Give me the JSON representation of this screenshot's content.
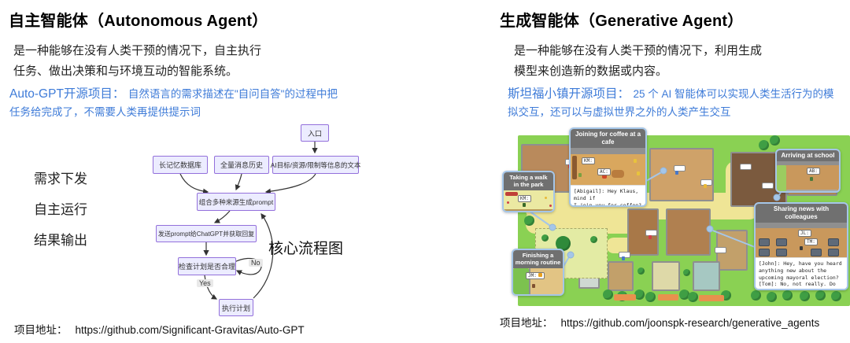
{
  "left": {
    "title": "自主智能体（Autonomous Agent）",
    "desc": "是一种能够在没有人类干预的情况下，自主执行\n任务、做出决策和与环境互动的智能系统。",
    "highlight_lead": "Auto-GPT开源项目：",
    "highlight_rest": "自然语言的需求描述在\"自问自答\"的过程中把\n任务给完成了，不需要人类再提供提示词",
    "steps": [
      "需求下发",
      "自主运行",
      "结果输出"
    ],
    "flow": {
      "caption": "核心流程图",
      "nodes": {
        "entry": "入口",
        "memory": "长记忆数据库",
        "history": "全量消息历史",
        "goal": "AI目标/资源/限制等信息的文本",
        "combine": "组合多种来源生成prompt",
        "send": "发送prompt给ChatGPT并获取回复",
        "check": "检查计划是否合理",
        "exec": "执行计划"
      },
      "labels": {
        "yes": "Yes",
        "no": "No"
      }
    },
    "footer_label": "项目地址：",
    "footer_url": "https://github.com/Significant-Gravitas/Auto-GPT"
  },
  "right": {
    "title": "生成智能体（Generative Agent）",
    "desc": "是一种能够在没有人类干预的情况下，利用生成\n模型来创造新的数据或内容。",
    "highlight_lead": "斯坦福小镇开源项目：",
    "highlight_rest": "25 个 AI 智能体可以实现人类生活行为的模\n拟交互，还可以与虚拟世界之外的人类产生交互",
    "map": {
      "panels": {
        "walk": {
          "title": "Taking a walk\nin the park",
          "bubble": "KM:"
        },
        "cafe": {
          "title": "Joining for coffee at a cafe",
          "bubble_a": "KM:",
          "bubble_b": "AC:",
          "dialogue": "[Abigail]: Hey Klaus, mind if\nI join you for coffee?\n[Klaus]: Not at all, Abigail.\nHow are you?"
        },
        "school": {
          "title": "Arriving at school",
          "bubble": "AB:"
        },
        "sharing": {
          "title": "Sharing news with colleagues",
          "bubble_a": "JL:",
          "bubble_b": "TM:",
          "dialogue": "[John]: Hey, have you heard\nanything new about the\nupcoming mayoral election?\n[Tom]: No, not really. Do you\nknow who is running?"
        },
        "routine": {
          "title": "Finishing a\nmorning routine",
          "bubble": "JM:"
        }
      }
    },
    "footer_label": "项目地址：",
    "footer_url": "https://github.com/joonspk-research/generative_agents"
  },
  "colors": {
    "highlight_blue": "#3E7BD8",
    "flow_node_fill": "#ECECFF",
    "flow_node_border": "#9370DB",
    "map_grass": "#8AD153",
    "map_path": "#EFE596",
    "panel_border": "#A5C6E8"
  }
}
